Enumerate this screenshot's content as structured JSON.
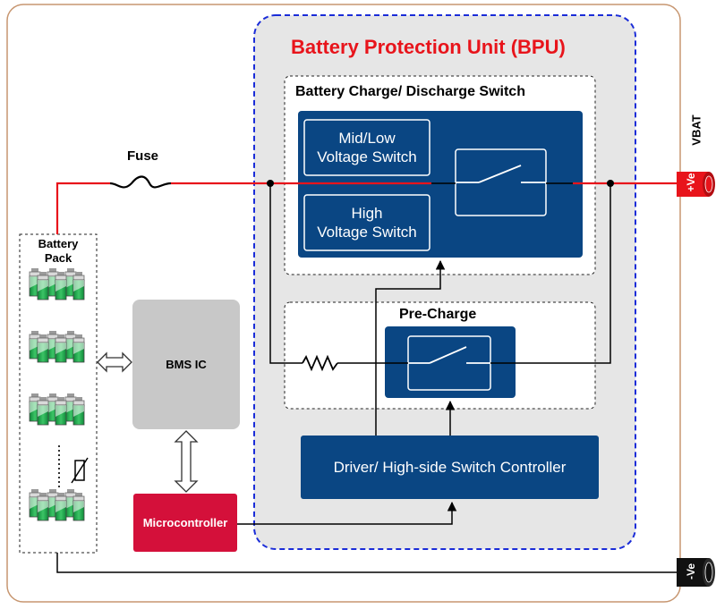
{
  "bpu": {
    "title": "Battery Protection Unit (BPU)"
  },
  "switch_block": {
    "title": "Battery Charge/ Discharge Switch",
    "mid_low_line1": "Mid/Low",
    "mid_low_line2": "Voltage Switch",
    "high_line1": "High",
    "high_line2": "Voltage Switch"
  },
  "precharge": {
    "title": "Pre-Charge"
  },
  "driver": {
    "label": "Driver/ High-side Switch Controller"
  },
  "fuse": {
    "label": "Fuse"
  },
  "battery_pack": {
    "line1": "Battery",
    "line2": "Pack"
  },
  "bms": {
    "label": "BMS IC"
  },
  "mcu": {
    "label": "Microcontroller"
  },
  "vbat": {
    "label": "VBAT"
  },
  "terminals": {
    "positive": "+Ve",
    "negative": "-Ve"
  },
  "colors": {
    "block_blue": "#0a4683",
    "wire_red": "#e8141b",
    "title_red": "#e8141b",
    "battery_green": "#1aa64a",
    "bpu_border": "#1a2cd8",
    "bpu_fill": "#e6e6e6",
    "outer_border": "#c79670",
    "bms_gray": "#c8c8c8",
    "mcu_red": "#d4103a"
  }
}
